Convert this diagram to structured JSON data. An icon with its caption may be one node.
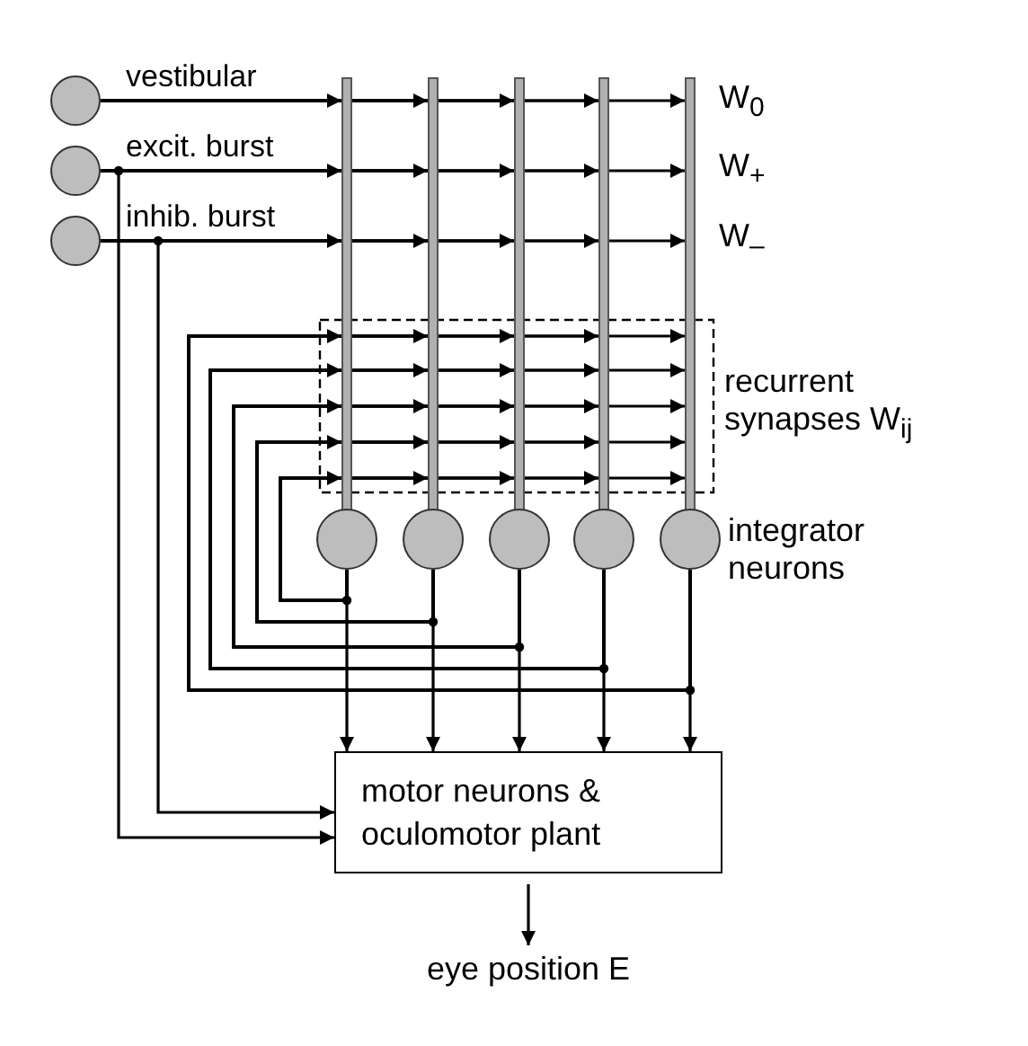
{
  "diagram": {
    "nodes": [
      {
        "text": [],
        "shape": "circle",
        "beside": [
          "vestibular"
        ]
      },
      {
        "text": [],
        "shape": "circle",
        "beside": [
          "excit. burst"
        ]
      },
      {
        "text": [],
        "shape": "circle",
        "beside": [
          "inhib. burst"
        ]
      },
      {
        "text": [],
        "shape": "bar"
      },
      {
        "text": [],
        "shape": "bar"
      },
      {
        "text": [],
        "shape": "bar"
      },
      {
        "text": [],
        "shape": "bar"
      },
      {
        "text": [],
        "shape": "bar"
      },
      {
        "text": [],
        "shape": "circle"
      },
      {
        "text": [],
        "shape": "circle"
      },
      {
        "text": [],
        "shape": "circle"
      },
      {
        "text": [],
        "shape": "circle"
      },
      {
        "text": [],
        "shape": "circle"
      },
      {
        "text": [
          "motor neurons & oculomotor plant"
        ]
      },
      {
        "text": [
          "eye position E"
        ]
      }
    ],
    "edges": [
      {
        "from": 0,
        "to": 3,
        "arrow": "to"
      },
      {
        "from": 0,
        "to": 4,
        "arrow": "to"
      },
      {
        "from": 0,
        "to": 5,
        "arrow": "to"
      },
      {
        "from": 0,
        "to": 6,
        "arrow": "to"
      },
      {
        "from": 0,
        "to": 7,
        "arrow": "to"
      },
      {
        "from": 1,
        "to": 3,
        "arrow": "to"
      },
      {
        "from": 1,
        "to": 4,
        "arrow": "to"
      },
      {
        "from": 1,
        "to": 5,
        "arrow": "to"
      },
      {
        "from": 1,
        "to": 6,
        "arrow": "to"
      },
      {
        "from": 1,
        "to": 7,
        "arrow": "to"
      },
      {
        "from": 2,
        "to": 3,
        "arrow": "to"
      },
      {
        "from": 2,
        "to": 4,
        "arrow": "to"
      },
      {
        "from": 2,
        "to": 5,
        "arrow": "to"
      },
      {
        "from": 2,
        "to": 6,
        "arrow": "to"
      },
      {
        "from": 2,
        "to": 7,
        "arrow": "to"
      },
      {
        "from": 12,
        "to": 3,
        "arrow": "to"
      },
      {
        "from": 12,
        "to": 4,
        "arrow": "to"
      },
      {
        "from": 12,
        "to": 5,
        "arrow": "to"
      },
      {
        "from": 12,
        "to": 6,
        "arrow": "to"
      },
      {
        "from": 12,
        "to": 7,
        "arrow": "to"
      },
      {
        "from": 11,
        "to": 3,
        "arrow": "to"
      },
      {
        "from": 11,
        "to": 4,
        "arrow": "to"
      },
      {
        "from": 11,
        "to": 5,
        "arrow": "to"
      },
      {
        "from": 11,
        "to": 6,
        "arrow": "to"
      },
      {
        "from": 11,
        "to": 7,
        "arrow": "to"
      },
      {
        "from": 10,
        "to": 3,
        "arrow": "to"
      },
      {
        "from": 10,
        "to": 4,
        "arrow": "to"
      },
      {
        "from": 10,
        "to": 5,
        "arrow": "to"
      },
      {
        "from": 10,
        "to": 6,
        "arrow": "to"
      },
      {
        "from": 10,
        "to": 7,
        "arrow": "to"
      },
      {
        "from": 9,
        "to": 3,
        "arrow": "to"
      },
      {
        "from": 9,
        "to": 4,
        "arrow": "to"
      },
      {
        "from": 9,
        "to": 5,
        "arrow": "to"
      },
      {
        "from": 9,
        "to": 6,
        "arrow": "to"
      },
      {
        "from": 9,
        "to": 7,
        "arrow": "to"
      },
      {
        "from": 8,
        "to": 3,
        "arrow": "to"
      },
      {
        "from": 8,
        "to": 4,
        "arrow": "to"
      },
      {
        "from": 8,
        "to": 5,
        "arrow": "to"
      },
      {
        "from": 8,
        "to": 6,
        "arrow": "to"
      },
      {
        "from": 8,
        "to": 7,
        "arrow": "to"
      },
      {
        "from": 8,
        "to": 13,
        "arrow": "to"
      },
      {
        "from": 9,
        "to": 13,
        "arrow": "to"
      },
      {
        "from": 10,
        "to": 13,
        "arrow": "to"
      },
      {
        "from": 11,
        "to": 13,
        "arrow": "to"
      },
      {
        "from": 12,
        "to": 13,
        "arrow": "to"
      },
      {
        "from": 2,
        "to": 13,
        "arrow": "to"
      },
      {
        "from": 1,
        "to": 13,
        "arrow": "to"
      },
      {
        "from": 13,
        "to": 14,
        "arrow": "to"
      }
    ],
    "labels": [
      "W$_{0}$",
      "W$_{+}$",
      "W$_{–}$",
      "recurrent synapses W$_{ij}$",
      "integrator neurons"
    ]
  }
}
